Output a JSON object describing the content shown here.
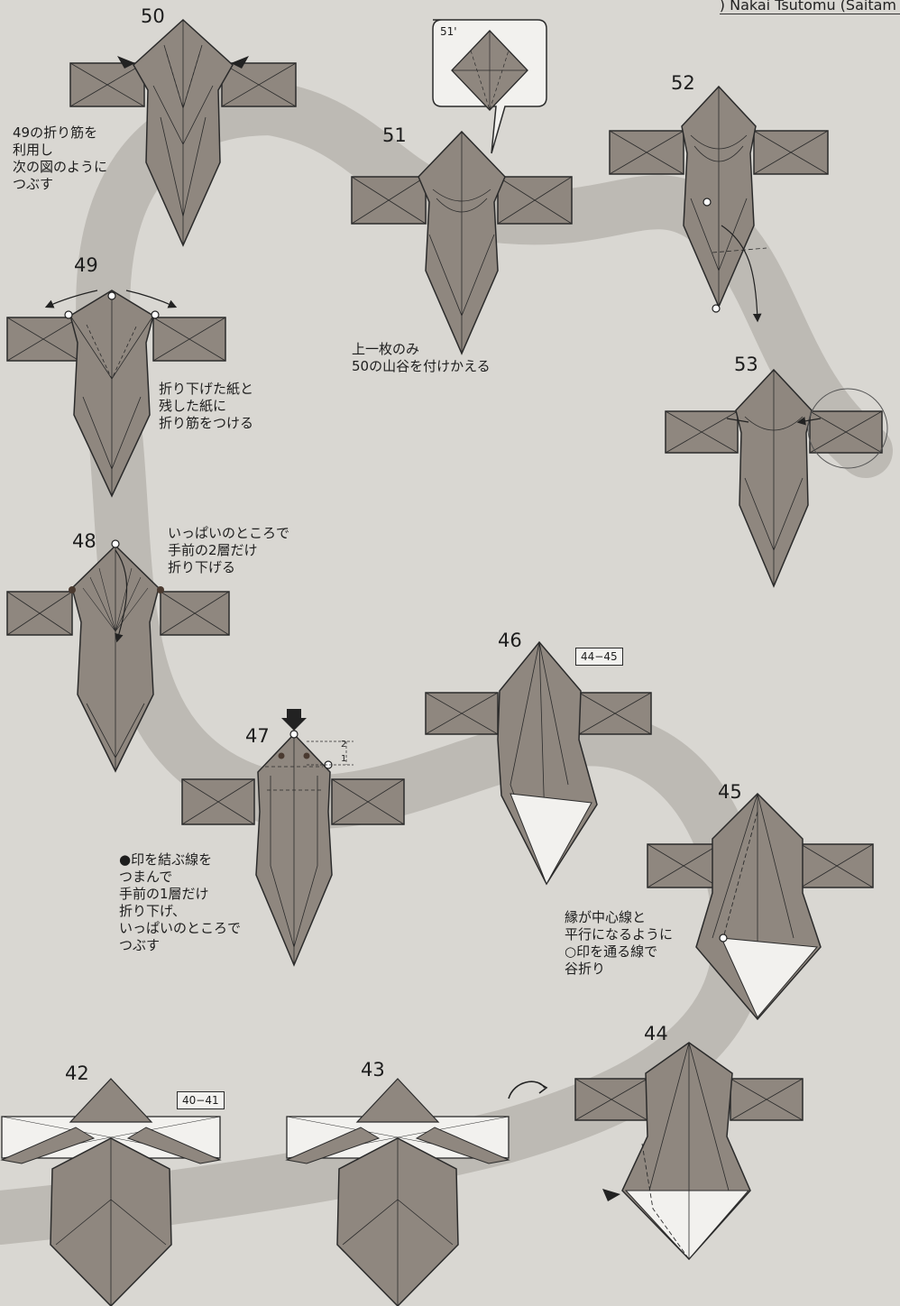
{
  "header": {
    "text": ")  Nakai Tsutomu (Saitam"
  },
  "steps": {
    "s50": {
      "number": "50",
      "note": "49の折り筋を\n利用し\n次の図のように\nつぶす"
    },
    "s51": {
      "number": "51",
      "inset": "51'",
      "note": "上一枚のみ\n50の山谷を付けかえる"
    },
    "s52": {
      "number": "52"
    },
    "s53": {
      "number": "53"
    },
    "s49": {
      "number": "49",
      "note": "折り下げた紙と\n残した紙に\n折り筋をつける"
    },
    "s48": {
      "number": "48",
      "note": "いっぱいのところで\n手前の2層だけ\n折り下げる"
    },
    "s47": {
      "number": "47",
      "note": "●印を結ぶ線を\nつまんで\n手前の1層だけ\n折り下げ、\nいっぱいのところで\nつぶす",
      "dim_top": "2",
      "dim_bottom": "1"
    },
    "s46": {
      "number": "46",
      "ref": "44−45"
    },
    "s45": {
      "number": "45",
      "note": "縁が中心線と\n平行になるように\n○印を通る線で\n谷折り"
    },
    "s44": {
      "number": "44"
    },
    "s43": {
      "number": "43"
    },
    "s42": {
      "number": "42",
      "ref": "40−41"
    }
  },
  "colors": {
    "paper": "#8f877f",
    "paper_dark": "#7d766f",
    "line": "#2b2b2b",
    "background": "#d9d7d2",
    "path_band": "#bdbab4"
  },
  "icons": [
    "push-arrow-icon",
    "turn-over-icon",
    "swing-arrow-icon",
    "fold-arrow-icon",
    "dot-marker-icon"
  ]
}
